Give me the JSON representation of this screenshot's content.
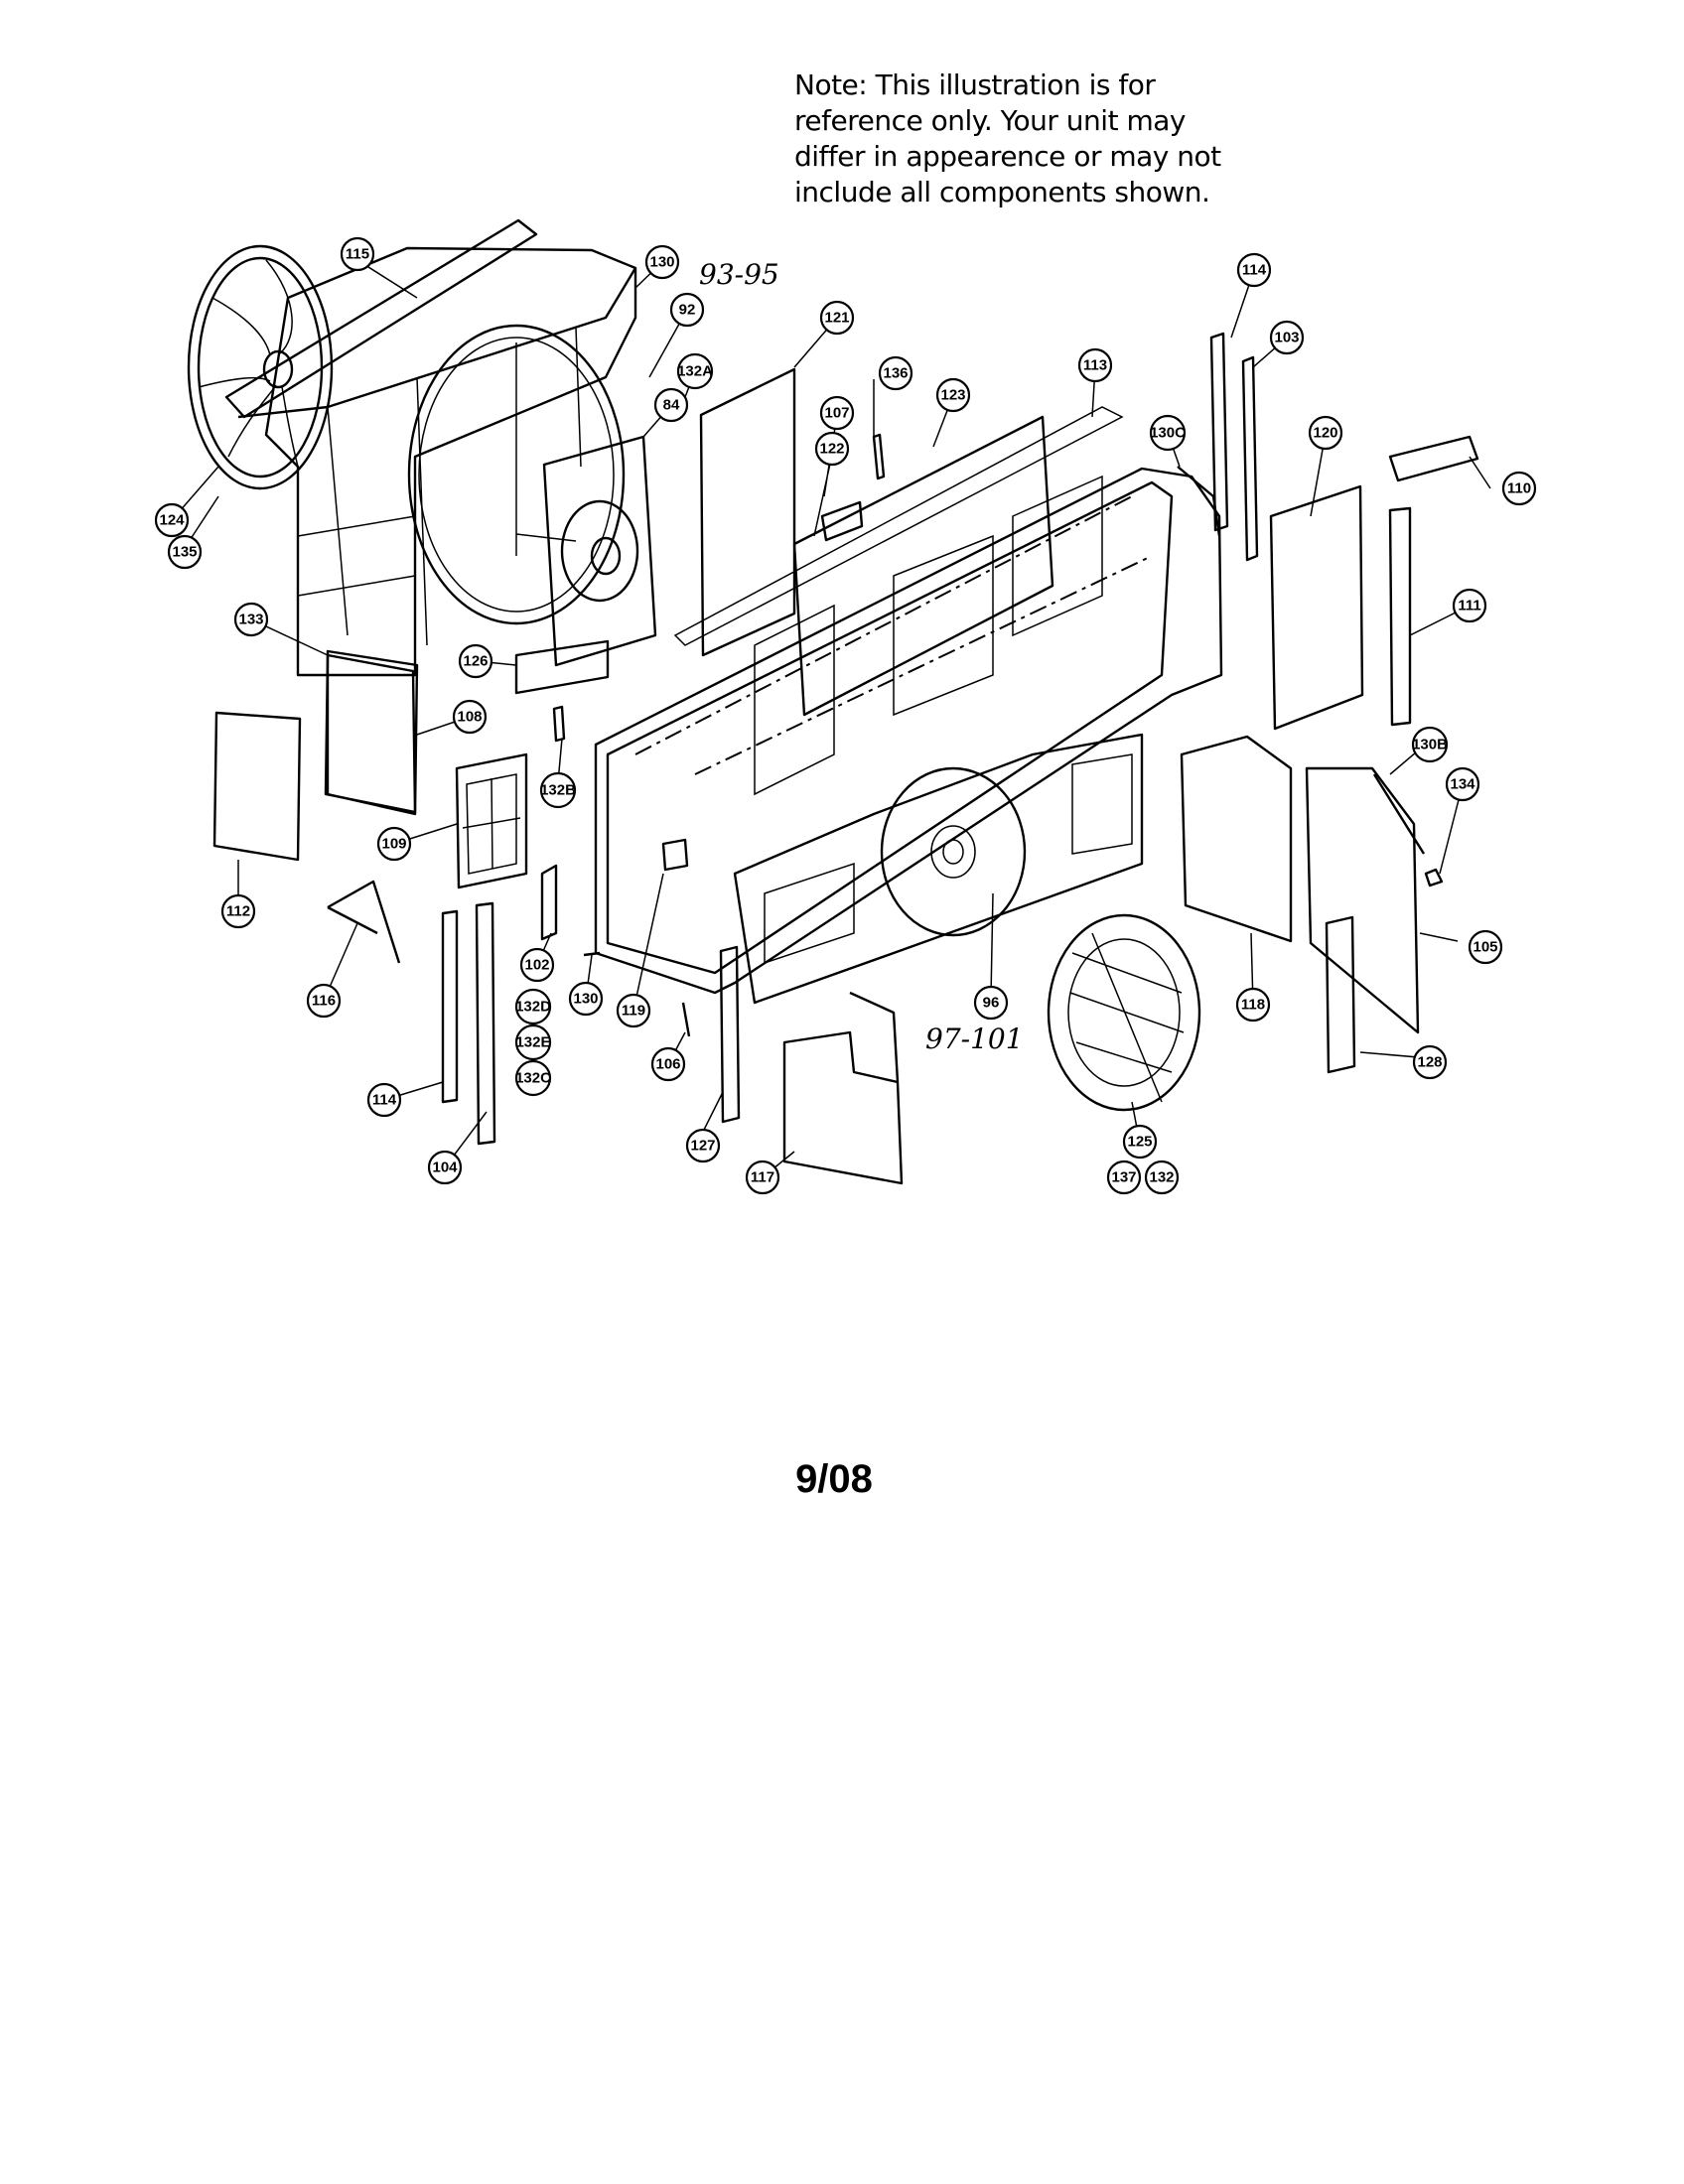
{
  "note": {
    "lines": [
      "Note: This illustration is for",
      "reference only. Your unit may",
      "differ in appearence or may not",
      "include all components shown."
    ]
  },
  "handwritten": {
    "range_a": "93-95",
    "range_b": "97-101"
  },
  "callouts": [
    "115",
    "130",
    "92",
    "132A",
    "84",
    "121",
    "136",
    "123",
    "107",
    "122",
    "113",
    "130C",
    "114",
    "103",
    "120",
    "110",
    "124",
    "135",
    "111",
    "133",
    "126",
    "108",
    "132B",
    "109",
    "112",
    "116",
    "102",
    "132D",
    "132E",
    "132C",
    "114",
    "104",
    "130",
    "119",
    "106",
    "96",
    "127",
    "117",
    "125",
    "137",
    "132",
    "118",
    "130B",
    "134",
    "105",
    "128"
  ],
  "footer": {
    "date": "9/08"
  }
}
